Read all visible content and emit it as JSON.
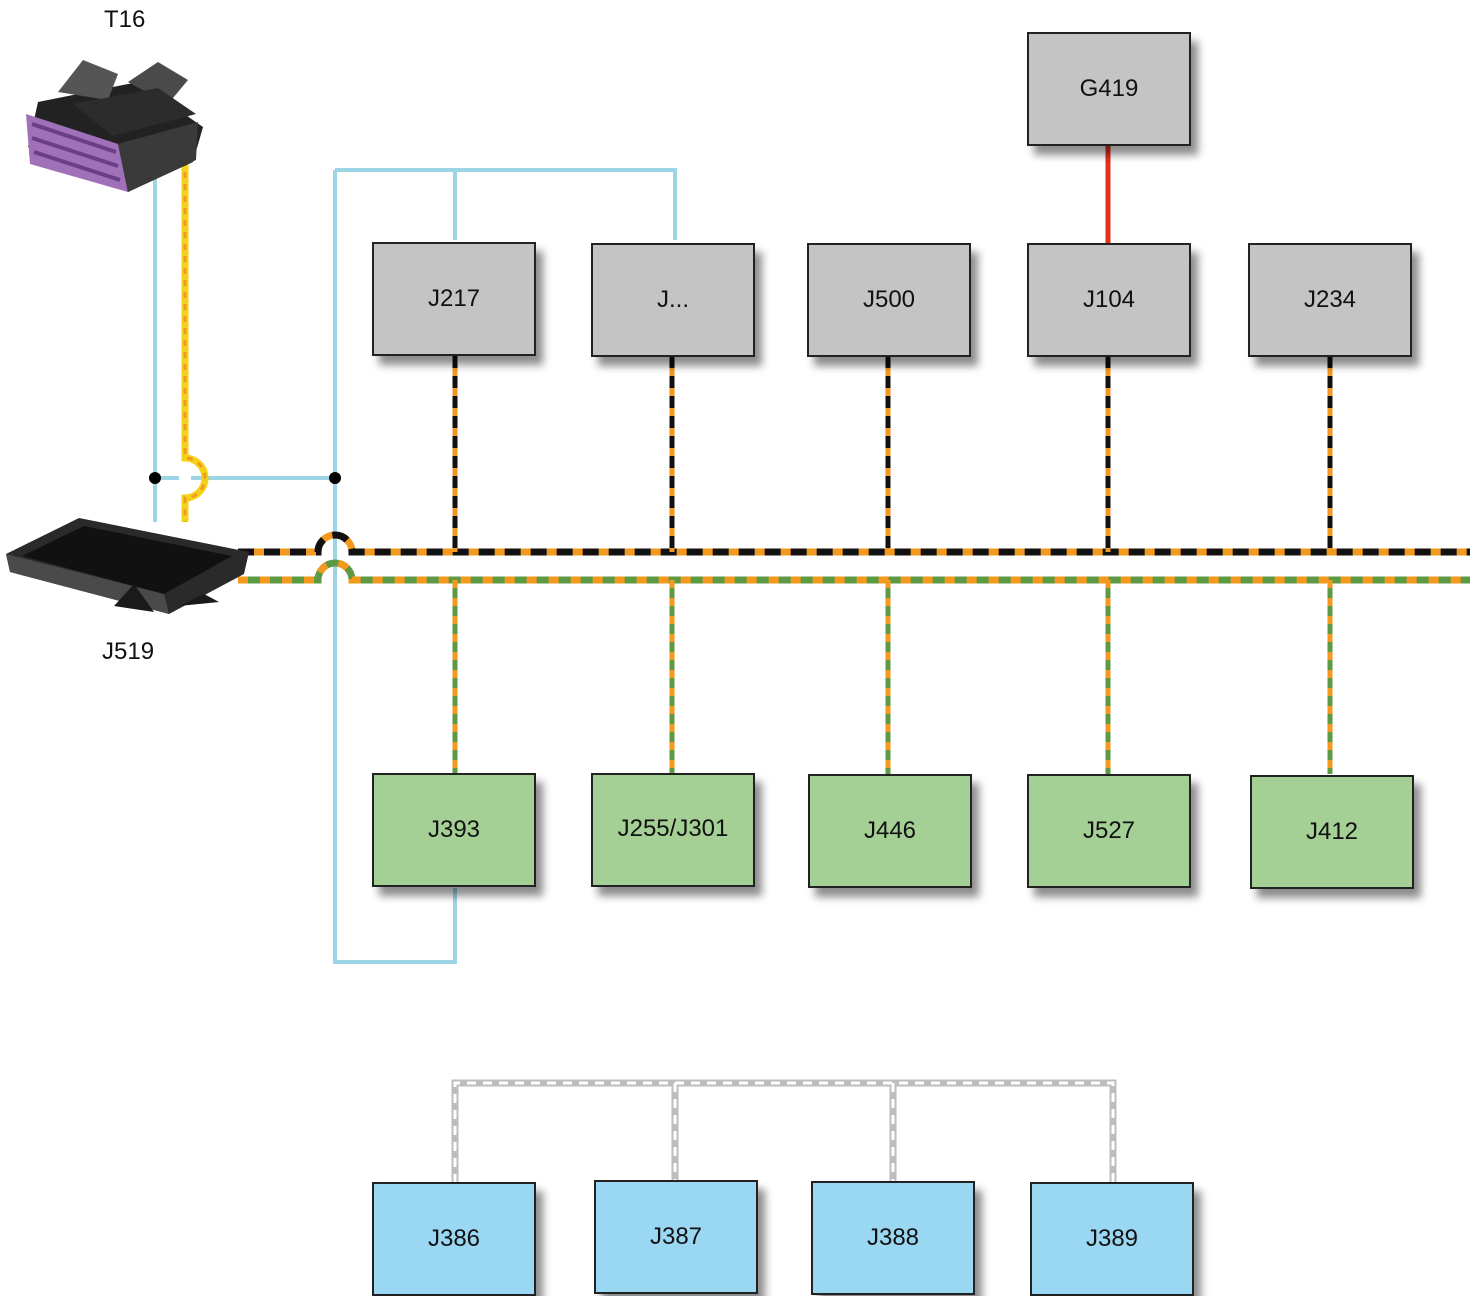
{
  "labels": {
    "gateway": "J519",
    "diag_connector": "T16"
  },
  "top_modules": [
    {
      "id": "J217"
    },
    {
      "id": "J..."
    },
    {
      "id": "J500"
    },
    {
      "id": "J104"
    },
    {
      "id": "J234"
    }
  ],
  "sensor_module": {
    "id": "G419"
  },
  "bottom_modules": [
    {
      "id": "J393"
    },
    {
      "id": "J255/J301"
    },
    {
      "id": "J446"
    },
    {
      "id": "J527"
    },
    {
      "id": "J412"
    }
  ],
  "sub_modules": [
    {
      "id": "J386"
    },
    {
      "id": "J387"
    },
    {
      "id": "J388"
    },
    {
      "id": "J389"
    }
  ],
  "colors": {
    "module_gray": "#c4c4c4",
    "module_green": "#a5d095",
    "module_blue": "#9ad7f3",
    "bus_orange": "#f39a1e",
    "bus_black": "#111111",
    "bus_green": "#5e9a44",
    "bus_yellow": "#f5d21a",
    "wire_lightblue": "#9dd4e6",
    "wire_red": "#e3311c",
    "bus_lightgray": "#c8c8c8",
    "connector_purple": "#a070b8"
  },
  "icons": {
    "gateway": "control-unit-icon",
    "diag_connector": "obd-connector-icon"
  }
}
